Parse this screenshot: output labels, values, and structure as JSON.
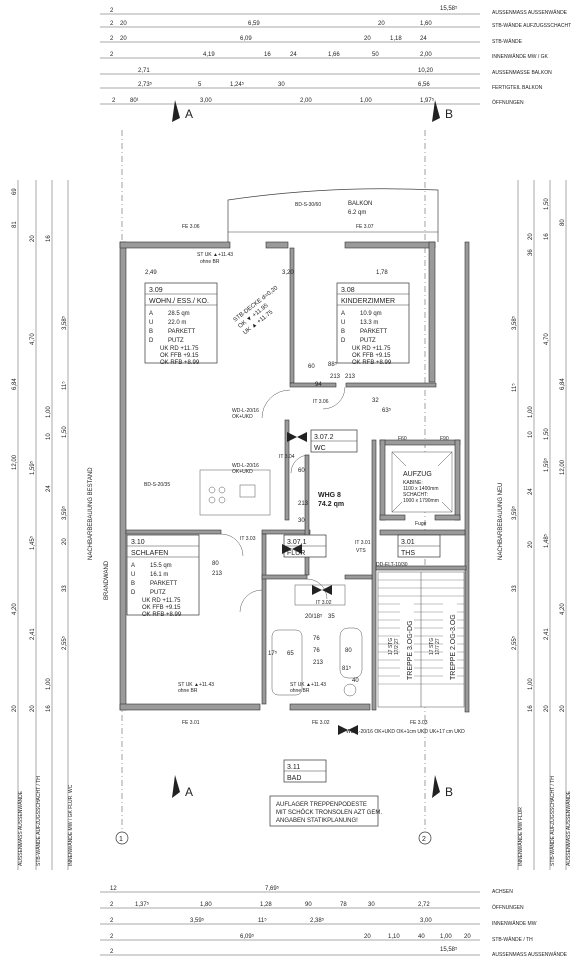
{
  "top_dims": {
    "row1": [
      "2",
      "15,58⁵"
    ],
    "row2": [
      "2",
      "20",
      "6,59",
      "20",
      "1,60"
    ],
    "row3": [
      "2",
      "20",
      "6,09",
      "20",
      "1,18",
      "24"
    ],
    "row4": [
      "2",
      "4,19",
      "16",
      "24",
      "1,66",
      "50",
      "2,00"
    ],
    "row5": [
      "2,71",
      "10,20"
    ],
    "row6": [
      "2,73⁵",
      "5",
      "1,24⁵",
      "30",
      "6,56"
    ],
    "row7": [
      "2",
      "80¹",
      "3,00",
      "2,00",
      "1,00",
      "1,97⁵"
    ]
  },
  "top_right_labels": [
    "AUSSENMASS AUSSENWÄNDE",
    "STB-WÄNDE AUFZUGSSCHACHT",
    "STB-WÄNDE",
    "INNENWÄNDE MW / GK",
    "AUSSENMASSE BALKON",
    "FERTIGTEIL BALKON",
    "ÖFFNUNGEN"
  ],
  "section_marks": {
    "a_top": "A",
    "a_bottom": "A",
    "b_top": "B",
    "b_bottom": "B",
    "axis1": "1",
    "axis2": "2"
  },
  "balcony": {
    "name": "BALKON",
    "area": "6.2 qm",
    "bd": "BD-S-30/60",
    "fe1": "FE 3.06",
    "fe2": "FE 3.07"
  },
  "slab": {
    "line1": "STB-DECKE d=0,20",
    "line2": "OK ▼ +11.95",
    "line3": "UK ▲ +11.75"
  },
  "st_uk_top": {
    "line1": "ST UK ▲+11.43",
    "line2": "ohne BR"
  },
  "inner_dims_top": [
    "2,49",
    "3,20",
    "1,78"
  ],
  "rooms": [
    {
      "num": "3.09",
      "name": "WOHN./ ESS./ KO.",
      "a": "28.5 qm",
      "u": "22.0 m",
      "b": "PARKETT",
      "d": "PUTZ",
      "rd": "UK RD   +11.75",
      "ffb": "OK FFB  +9.15",
      "rfb": "OK RFB  +8.99"
    },
    {
      "num": "3.08",
      "name": "KINDERZIMMER",
      "a": "10.9 qm",
      "u": "13.3 m",
      "b": "PARKETT",
      "d": "PUTZ",
      "rd": "UK RD   +11.75",
      "ffb": "OK FFB  +9.15",
      "rfb": "OK RFB  +8.99"
    },
    {
      "num": "3.10",
      "name": "SCHLAFEN",
      "a": "15.5 qm",
      "u": "16.1 m",
      "b": "PARKETT",
      "d": "PUTZ",
      "rd": "UK RD   +11.75",
      "ffb": "OK FFB  +9.15",
      "rfb": "OK RFB  +8.99"
    }
  ],
  "room_labels": {
    "a": "A",
    "u": "U",
    "b": "B",
    "d": "D"
  },
  "small_rooms": [
    {
      "num": "3.07.2",
      "name": "WC"
    },
    {
      "num": "3.07.1",
      "name": "FLUR"
    },
    {
      "num": "3.01",
      "name": "THS"
    },
    {
      "num": "3.11",
      "name": "BAD"
    }
  ],
  "whg": {
    "line1": "WHG 8",
    "line2": "74.2 qm"
  },
  "aufzug": {
    "title": "AUFZUG",
    "l1": "KABINE:",
    "l2": "1100 x 1400mm",
    "l3": "SCHACHT:",
    "l4": "1000 x 1790mm"
  },
  "treppe1": {
    "label": "TREPPE 3.OG-DG",
    "stg": "17 STG",
    "ratio": "17/2 27"
  },
  "treppe2": {
    "label": "TREPPE 2.OG-3.OG",
    "stg": "17 STG",
    "ratio": "17/7 27"
  },
  "side_left_text": "NACHBARBEBAUUNG BESTAND",
  "side_right_text": "NACHBARBEBAUUNG NEU",
  "brandwand": "BRANDWAND",
  "door_notes": {
    "d1": "60",
    "d2": "213",
    "d3": "88⁵",
    "d4": "213",
    "d5": "94",
    "d6": "32",
    "d7": "63⁵",
    "d8": "30",
    "d9": "60",
    "d10": "213",
    "d11": "80",
    "d12": "213",
    "d13": "20/18⁵",
    "d14": "35",
    "d15": "76",
    "d16": "213",
    "d17": "81⁵",
    "d18": "40",
    "d19": "17⁵",
    "d20": "65",
    "d21": "76",
    "d22": "80"
  },
  "misc_small": {
    "wd1": "WD-L-20/16",
    "wd1b": "OK+UKD",
    "wd2": "WD-L-20/16",
    "wd2b": "OK+UKD",
    "bds": "BD-S-20/35",
    "it1": "IT 3.06",
    "it2": "IT 3.04",
    "it3": "IT 3.03",
    "it4": "IT 3.02",
    "it5": "IT 3.01",
    "fb1": "F60",
    "fb2": "F90",
    "fuge": "Fuge",
    "vts": "VTS",
    "st_uk_l1": "ST UK ▲+11.43",
    "st_uk_l2": "ohne BR",
    "st_uk_r1": "ST UK ▲+11.43",
    "st_uk_r2": "ohne BR",
    "fe01": "FE 3.01",
    "fe02": "FE 3.02",
    "fe03": "FE 3.03",
    "dd": "DD-ELT-10/30",
    "wdnote": "WD-L-20/16 OK+UKD OK+1cm UKD UK+17 cm UKD"
  },
  "note": {
    "l1": "AUFLAGER TREPPENPODESTE",
    "l2": "MIT SCHÖCK TRONSOLEN AZT GEM.",
    "l3": "ANGABEN STATIKPLANUNG!"
  },
  "left_dims": [
    "69",
    "81",
    "20",
    "16",
    "3,58⁵",
    "4,70",
    "6,84",
    "11⁵",
    "1,00",
    "1,50",
    "10",
    "12,00",
    "1,59⁵",
    "24",
    "3,59⁵",
    "1,45⁵",
    "20",
    "33",
    "2,41",
    "4,20",
    "2,55⁵",
    "1,00",
    "20",
    "16",
    "20"
  ],
  "right_dims": [
    "1,50",
    "80",
    "20",
    "16",
    "36",
    "3,58⁵",
    "4,70",
    "6,84",
    "11⁵",
    "1,00",
    "1,50",
    "10",
    "12,00",
    "1,59⁵",
    "24",
    "3,59⁵",
    "1,48⁵",
    "20",
    "33",
    "2,41",
    "4,20",
    "2,55⁵",
    "1,00",
    "20",
    "16",
    "20"
  ],
  "bottom_dims": {
    "row1": [
      "12",
      "7,69⁵"
    ],
    "row2": [
      "2",
      "1,37⁵",
      "1,80",
      "1,28",
      "90",
      "78",
      "30",
      "2,72"
    ],
    "row3": [
      "2",
      "3,59⁵",
      "11⁵",
      "2,38⁵",
      "3,00"
    ],
    "row4": [
      "2",
      "6,09⁵",
      "20",
      "1,10",
      "40",
      "1,00",
      "20"
    ],
    "row5": [
      "2",
      "15,58⁵"
    ]
  },
  "bottom_right_labels": [
    "ACHSEN",
    "ÖFFNUNGEN",
    "INNENWÄNDE MW",
    "STB-WÄNDE / TH",
    "AUSSENMASS AUSSENWÄNDE"
  ],
  "left_bottom_vlabels": [
    "AUSSENMASS AUSSENWÄNDE",
    "STB-WÄNDE AUFZUGSSCHACHT / TH",
    "INNENWÄNDE MW / GK FLUR. WC"
  ],
  "right_bottom_vlabels": [
    "INNENWÄNDE MW FLUR",
    "STB-WÄNDE AUFZUGSSCHACHT / TH",
    "AUSSENMASS AUSSENWÄNDE"
  ]
}
